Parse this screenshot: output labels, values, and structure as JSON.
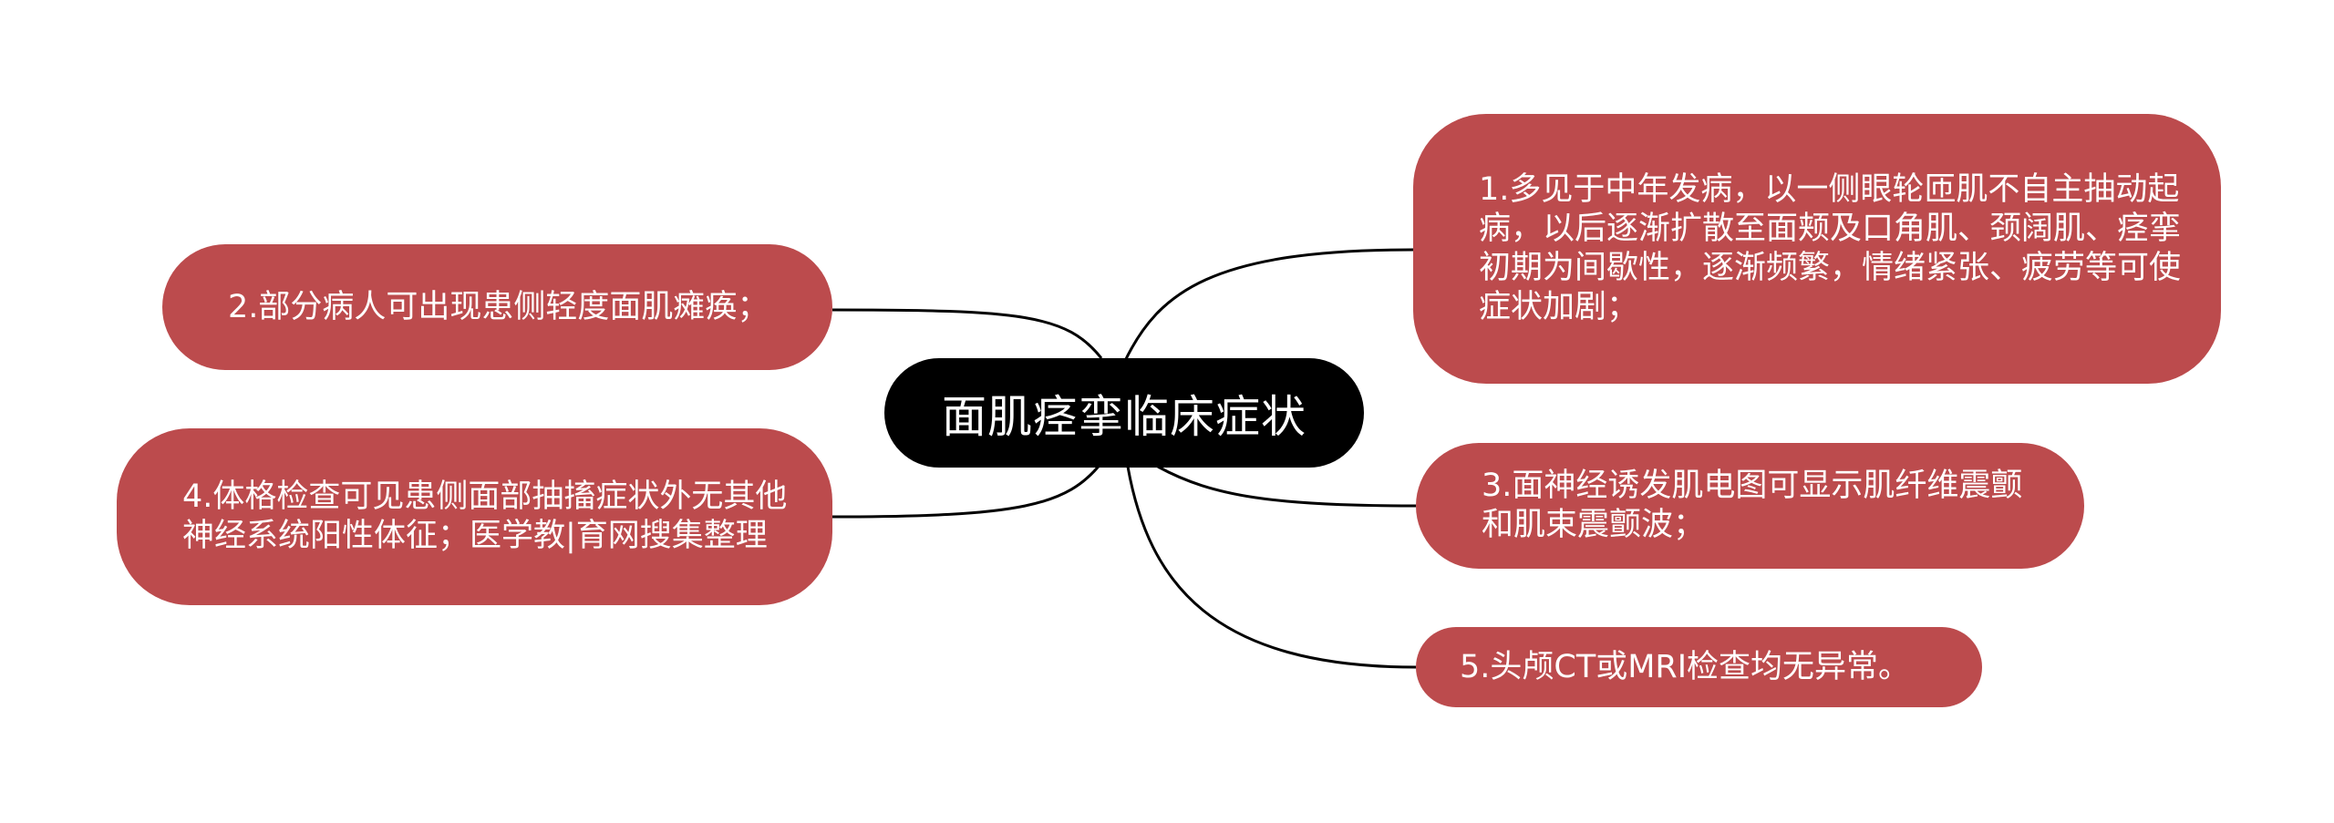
{
  "mindmap": {
    "central_topic": "面肌痉挛临床症状",
    "branch_color": "#bc4b4d",
    "center_color": "#000000",
    "line_color": "#000000",
    "branches": [
      "1.多见于中年发病，以一侧眼轮匝肌不自主抽动起病，以后逐渐扩散至面颊及口角肌、颈阔肌、痉挛初期为间歇性，逐渐频繁，情绪紧张、疲劳等可使症状加剧；",
      "2.部分病人可出现患侧轻度面肌瘫痪；",
      "3.面神经诱发肌电图可显示肌纤维震颤和肌束震颤波；",
      "4.体格检查可见患侧面部抽搐症状外无其他神经系统阳性体征；医学教|育网搜集整理",
      "5.头颅CT或MRI检查均无异常。"
    ]
  }
}
